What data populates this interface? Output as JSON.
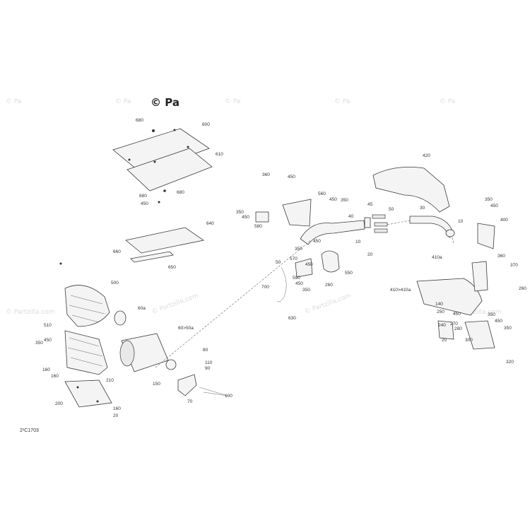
{
  "watermark": {
    "brand": "© Partzilla.com",
    "top_marks": [
      "© Pa",
      "© Pa",
      "© Pa",
      "© Pa",
      "© Pa"
    ],
    "big_mark": "© Pa"
  },
  "figure_code": "2¹C1703",
  "labels": [
    {
      "id": "p680a",
      "text": "680"
    },
    {
      "id": "p600",
      "text": "600"
    },
    {
      "id": "p610",
      "text": "610"
    },
    {
      "id": "p680b",
      "text": "680"
    },
    {
      "id": "p680c",
      "text": "680"
    },
    {
      "id": "p450a",
      "text": "450"
    },
    {
      "id": "p640",
      "text": "640"
    },
    {
      "id": "p660",
      "text": "660"
    },
    {
      "id": "p650",
      "text": "650"
    },
    {
      "id": "p500",
      "text": "500"
    },
    {
      "id": "p60a",
      "text": "60a"
    },
    {
      "id": "p510",
      "text": "510"
    },
    {
      "id": "p350a",
      "text": "350"
    },
    {
      "id": "p450b",
      "text": "450"
    },
    {
      "id": "p60_50a",
      "text": "60>50a"
    },
    {
      "id": "p160a",
      "text": "160"
    },
    {
      "id": "p160b",
      "text": "160"
    },
    {
      "id": "p210",
      "text": "210"
    },
    {
      "id": "p200",
      "text": "200"
    },
    {
      "id": "p160c",
      "text": "160"
    },
    {
      "id": "p20a",
      "text": "20"
    },
    {
      "id": "p80",
      "text": "80"
    },
    {
      "id": "p110",
      "text": "110"
    },
    {
      "id": "p90",
      "text": "90"
    },
    {
      "id": "p150",
      "text": "150"
    },
    {
      "id": "p70",
      "text": "70"
    },
    {
      "id": "p100",
      "text": "100"
    },
    {
      "id": "p360a",
      "text": "360"
    },
    {
      "id": "p450c",
      "text": "450"
    },
    {
      "id": "p560",
      "text": "560"
    },
    {
      "id": "p350b",
      "text": "350"
    },
    {
      "id": "p450d",
      "text": "450"
    },
    {
      "id": "p580",
      "text": "580"
    },
    {
      "id": "p450e",
      "text": "450"
    },
    {
      "id": "p350c",
      "text": "350"
    },
    {
      "id": "p40",
      "text": "40"
    },
    {
      "id": "p45",
      "text": "45"
    },
    {
      "id": "p50a",
      "text": "50"
    },
    {
      "id": "p30",
      "text": "30"
    },
    {
      "id": "p10a",
      "text": "10"
    },
    {
      "id": "p420",
      "text": "420"
    },
    {
      "id": "p350d",
      "text": "350"
    },
    {
      "id": "p450f",
      "text": "450"
    },
    {
      "id": "p400",
      "text": "400"
    },
    {
      "id": "p450g",
      "text": "450"
    },
    {
      "id": "p350e",
      "text": "350"
    },
    {
      "id": "p10b",
      "text": "10"
    },
    {
      "id": "p20b",
      "text": "20"
    },
    {
      "id": "p550",
      "text": "550"
    },
    {
      "id": "p50b",
      "text": "50"
    },
    {
      "id": "p570",
      "text": "570"
    },
    {
      "id": "p450h",
      "text": "450"
    },
    {
      "id": "p590",
      "text": "590"
    },
    {
      "id": "p450i",
      "text": "450"
    },
    {
      "id": "p260a",
      "text": "260"
    },
    {
      "id": "p350f",
      "text": "350"
    },
    {
      "id": "p700",
      "text": "700"
    },
    {
      "id": "p630",
      "text": "630"
    },
    {
      "id": "p410a",
      "text": "410a"
    },
    {
      "id": "p360b",
      "text": "360"
    },
    {
      "id": "p370",
      "text": "370"
    },
    {
      "id": "p410_410a",
      "text": "410>410a"
    },
    {
      "id": "p140",
      "text": "140"
    },
    {
      "id": "p250",
      "text": "250"
    },
    {
      "id": "p450j",
      "text": "450"
    },
    {
      "id": "p350g",
      "text": "350"
    },
    {
      "id": "p450k",
      "text": "450"
    },
    {
      "id": "p240",
      "text": "240"
    },
    {
      "id": "p270",
      "text": "270"
    },
    {
      "id": "p280",
      "text": "280"
    },
    {
      "id": "p20c",
      "text": "20"
    },
    {
      "id": "p300",
      "text": "300"
    },
    {
      "id": "p350h",
      "text": "350"
    },
    {
      "id": "p320",
      "text": "320"
    },
    {
      "id": "p260b",
      "text": "260"
    }
  ]
}
